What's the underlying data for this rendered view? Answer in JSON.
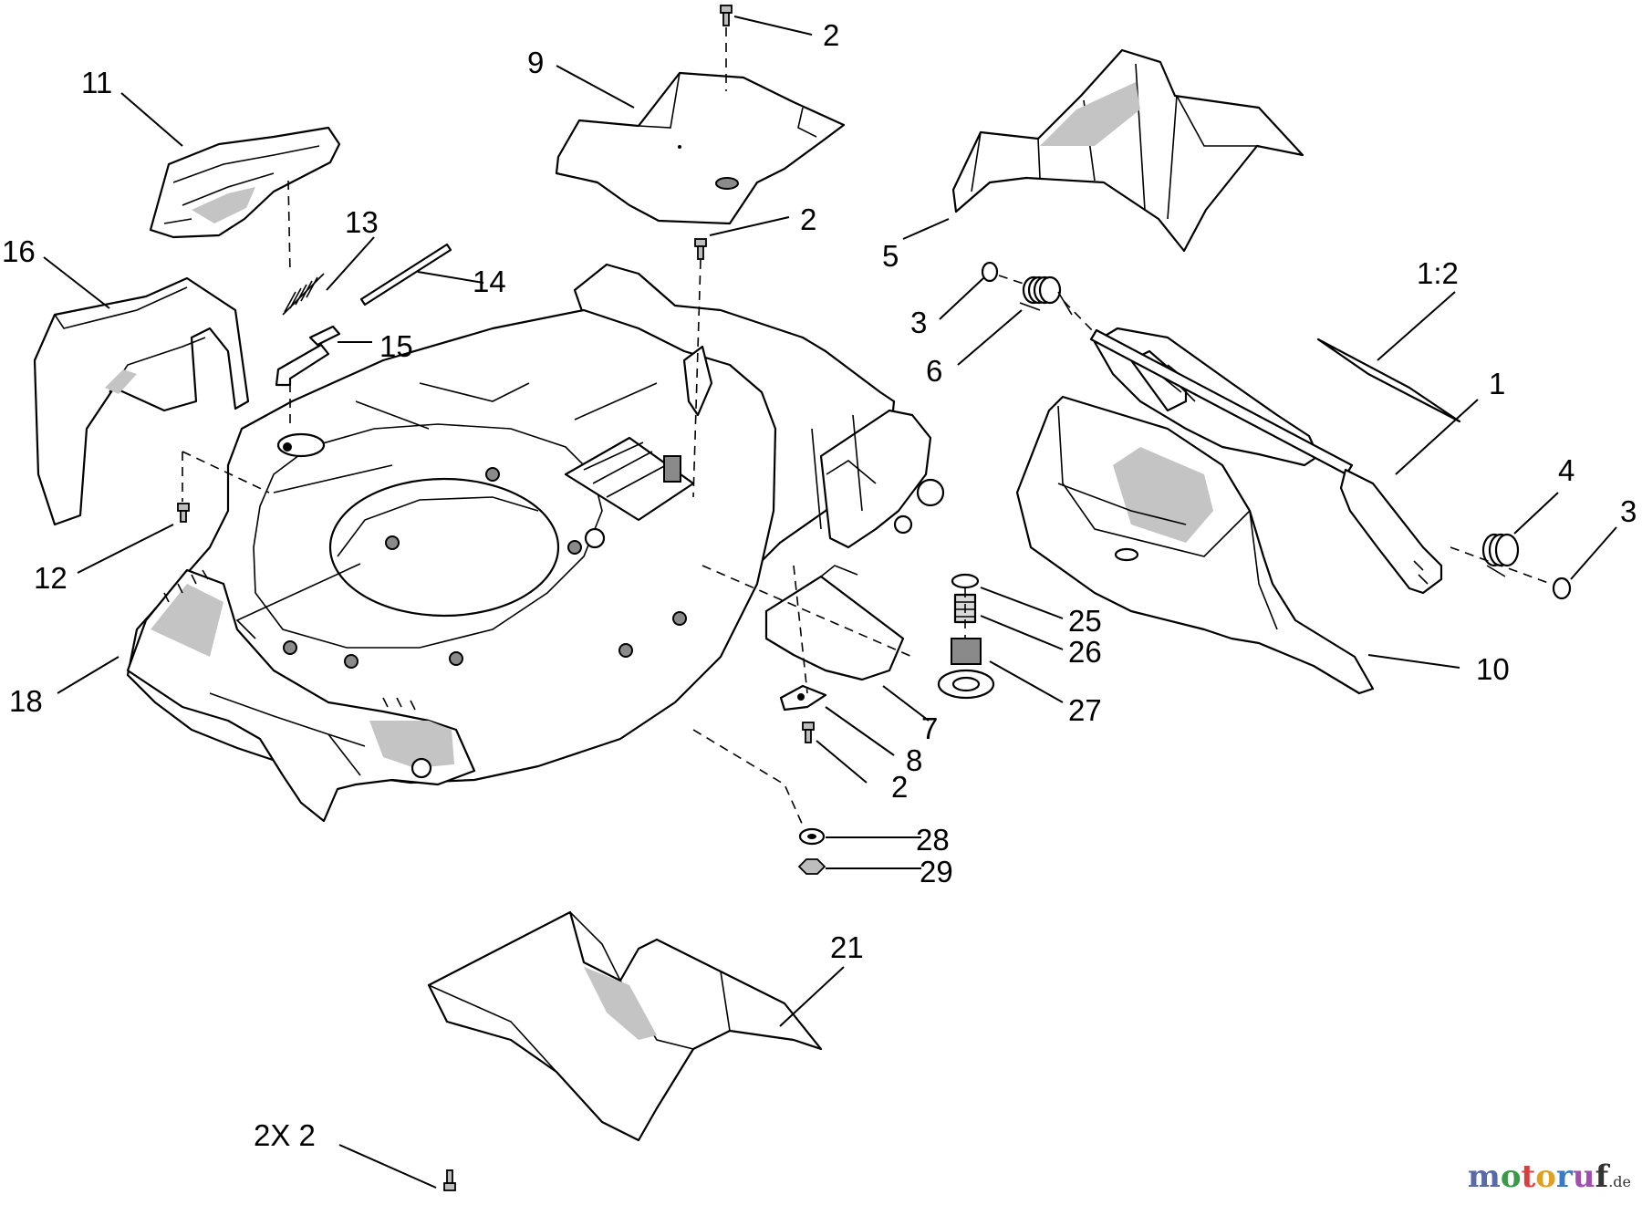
{
  "diagram": {
    "callouts": [
      {
        "id": "c2a",
        "text": "2"
      },
      {
        "id": "c9",
        "text": "9"
      },
      {
        "id": "c2b",
        "text": "2"
      },
      {
        "id": "c11",
        "text": "11"
      },
      {
        "id": "c13",
        "text": "13"
      },
      {
        "id": "c16",
        "text": "16"
      },
      {
        "id": "c14",
        "text": "14"
      },
      {
        "id": "c15",
        "text": "15"
      },
      {
        "id": "c5",
        "text": "5"
      },
      {
        "id": "c1_2",
        "text": "1:2"
      },
      {
        "id": "c3a",
        "text": "3"
      },
      {
        "id": "c6",
        "text": "6"
      },
      {
        "id": "c1",
        "text": "1"
      },
      {
        "id": "c4",
        "text": "4"
      },
      {
        "id": "c3b",
        "text": "3"
      },
      {
        "id": "c12",
        "text": "12"
      },
      {
        "id": "c18",
        "text": "18"
      },
      {
        "id": "c25",
        "text": "25"
      },
      {
        "id": "c26",
        "text": "26"
      },
      {
        "id": "c10",
        "text": "10"
      },
      {
        "id": "c27",
        "text": "27"
      },
      {
        "id": "c7",
        "text": "7"
      },
      {
        "id": "c8",
        "text": "8"
      },
      {
        "id": "c2c",
        "text": "2"
      },
      {
        "id": "c28",
        "text": "28"
      },
      {
        "id": "c29",
        "text": "29"
      },
      {
        "id": "c21",
        "text": "21"
      },
      {
        "id": "c2x2",
        "text": "2X 2"
      }
    ]
  },
  "watermark": {
    "letters": [
      "m",
      "o",
      "t",
      "o",
      "r",
      "u",
      "f"
    ],
    "suffix": ".de"
  }
}
